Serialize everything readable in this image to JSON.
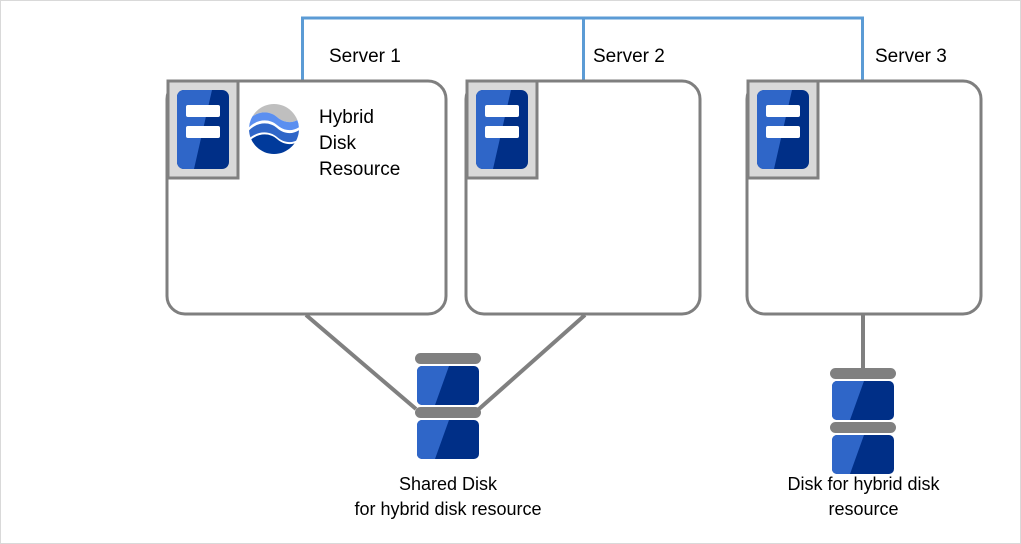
{
  "diagram": {
    "title_present": false,
    "colors": {
      "network_line": "#5b9bd5",
      "server_outline": "#7f7f7f",
      "connector_line": "#808080",
      "icon_frame": "#808080",
      "icon_frame_fill": "#d9d9d9",
      "icon_blue_light": "#2f66c8",
      "icon_blue_dark": "#002f87",
      "disk_band": "#808080",
      "globe_gray": "#bfbfbf",
      "globe_light_blue": "#5b8ff0",
      "globe_mid_blue": "#2f66c8",
      "globe_dark_blue": "#003a9b",
      "canvas_border": "#d9d9d9",
      "text": "#000000"
    },
    "servers": [
      {
        "id": "server-1",
        "label": "Server 1"
      },
      {
        "id": "server-2",
        "label": "Server 2"
      },
      {
        "id": "server-3",
        "label": "Server 3"
      }
    ],
    "resource": {
      "label_lines": [
        "Hybrid",
        "Disk",
        "Resource"
      ],
      "icon": "hybrid-disk-resource-globe-icon"
    },
    "disks": [
      {
        "id": "shared-disk",
        "caption_lines": [
          "Shared Disk",
          "for hybrid disk resource"
        ],
        "connected_servers": [
          "Server 1",
          "Server 2"
        ]
      },
      {
        "id": "hybrid-disk",
        "caption_lines": [
          "Disk for hybrid disk",
          "resource"
        ],
        "connected_servers": [
          "Server 3"
        ]
      }
    ],
    "icons": {
      "server_icon_name": "server-machine-icon",
      "disk_icon_name": "disk-stack-icon",
      "globe_icon_name": "globe-waves-icon"
    }
  }
}
